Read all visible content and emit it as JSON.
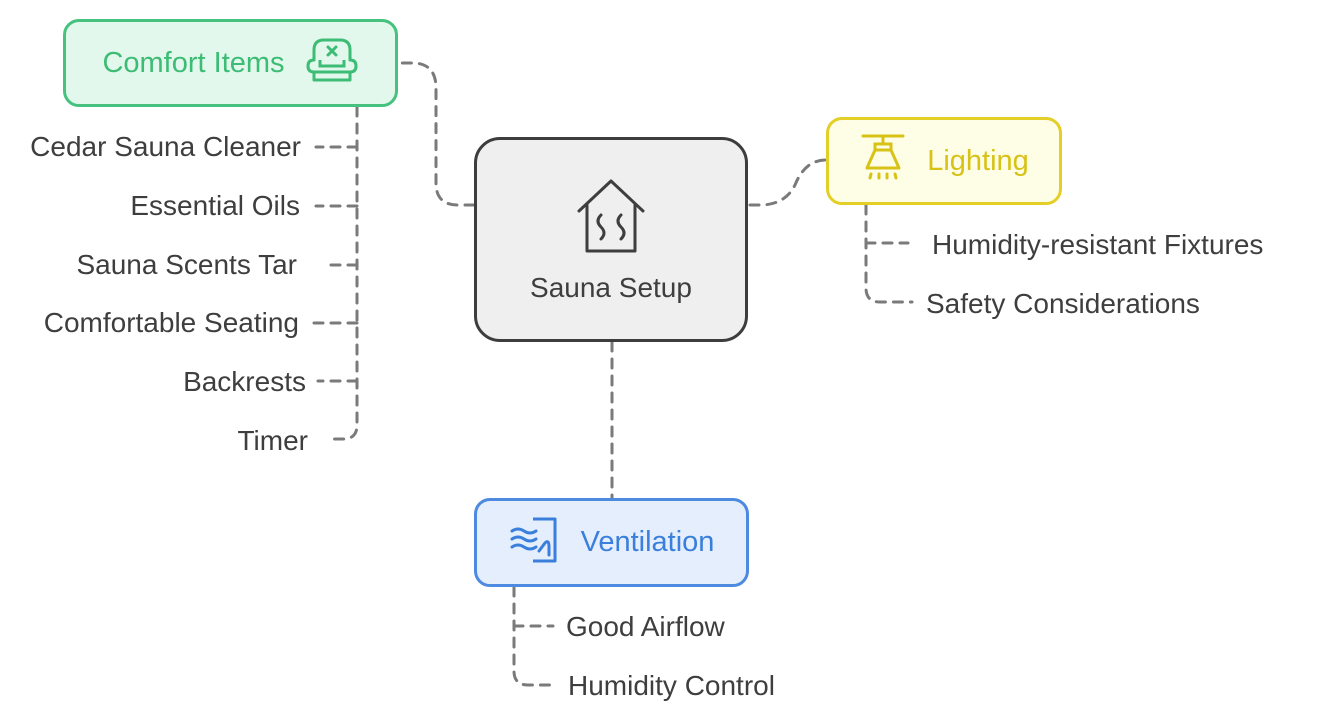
{
  "center": {
    "label": "Sauna Setup",
    "icon": "sauna-house-icon"
  },
  "branches": {
    "comfort": {
      "label": "Comfort Items",
      "icon": "armchair-icon",
      "color": "#47c27e",
      "items": [
        "Cedar Sauna Cleaner",
        "Essential Oils",
        "Sauna Scents Tar",
        "Comfortable Seating",
        "Backrests",
        "Timer"
      ]
    },
    "lighting": {
      "label": "Lighting",
      "icon": "ceiling-lamp-icon",
      "color": "#e3cf27",
      "items": [
        "Humidity-resistant Fixtures",
        "Safety Considerations"
      ]
    },
    "ventilation": {
      "label": "Ventilation",
      "icon": "airflow-icon",
      "color": "#4d8ae0",
      "items": [
        "Good Airflow",
        "Humidity Control"
      ]
    }
  }
}
